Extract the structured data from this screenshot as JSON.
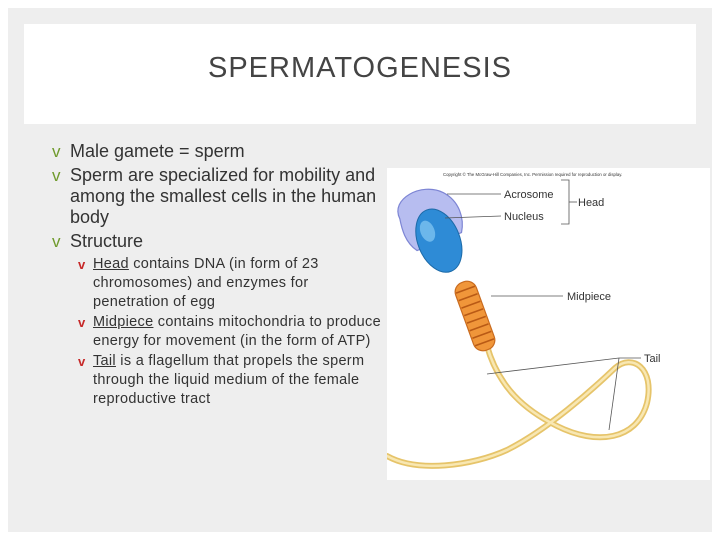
{
  "slide": {
    "title": "SPERMATOGENESIS",
    "bullets": [
      "Male gamete = sperm",
      "Sperm are specialized for mobility and among the smallest cells in the human body",
      "Structure"
    ],
    "sub_bullets": [
      {
        "term": "Head",
        "rest": " contains DNA (in form of 23 chromosomes) and enzymes for penetration of egg"
      },
      {
        "term": "Midpiece",
        "rest": " contains mitochondria to produce energy for movement (in the form of ATP)"
      },
      {
        "term": "Tail",
        "rest": " is a flagellum that propels the sperm through the liquid medium of the female reproductive tract"
      }
    ],
    "bullet_glyph": "v",
    "colors": {
      "bullet": "#6f9a2c",
      "sub_bullet": "#c62828",
      "head": "#2e8bd6",
      "acrosome": "#9fa8e6",
      "midpiece": "#f0963a",
      "tail": "#f3d68a"
    }
  },
  "figure": {
    "copyright": "Copyright © The McGraw-Hill Companies, Inc. Permission required for reproduction or display.",
    "labels": {
      "acrosome": "Acrosome",
      "nucleus": "Nucleus",
      "head": "Head",
      "midpiece": "Midpiece",
      "tail": "Tail"
    }
  }
}
